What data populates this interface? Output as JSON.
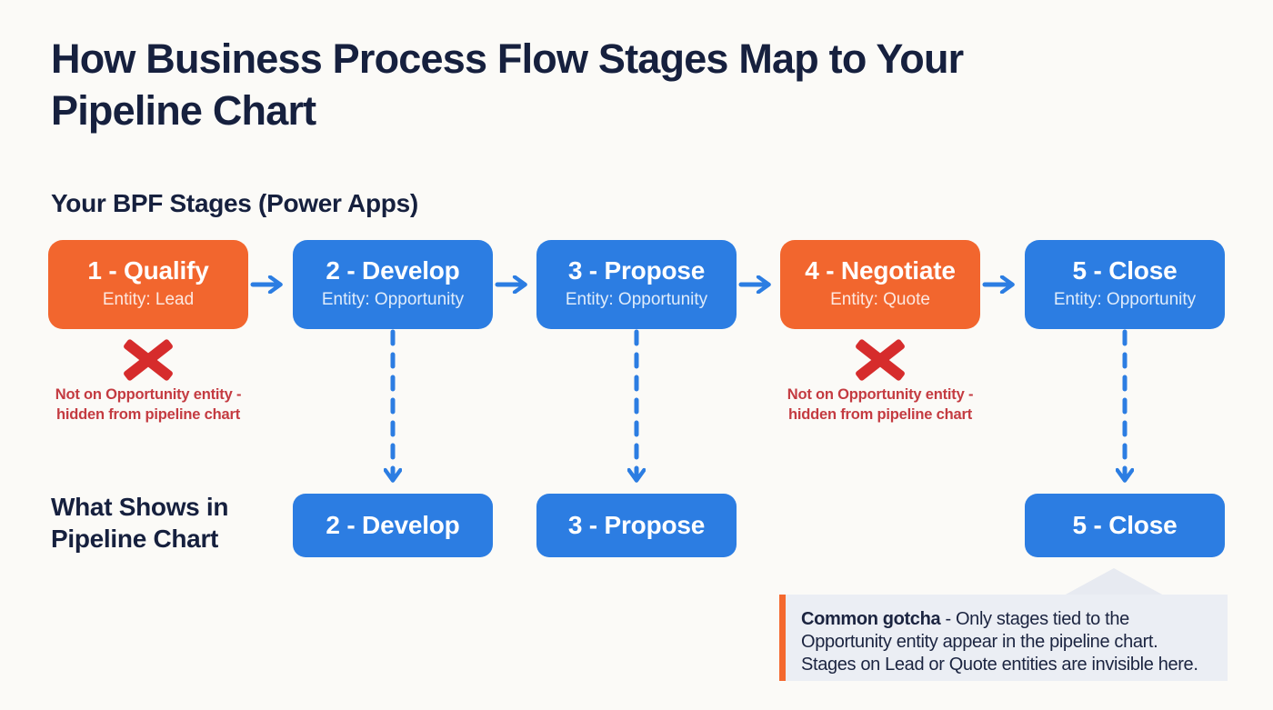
{
  "header": {
    "title_line1": "How Business Process Flow Stages Map to Your",
    "title_line2": "Pipeline Chart"
  },
  "sections": {
    "top_label": "Your BPF Stages (Power Apps)",
    "bottom_label_line1": "What Shows in",
    "bottom_label_line2": "Pipeline Chart"
  },
  "stages": [
    {
      "name": "1 - Qualify",
      "entity": "Entity: Lead",
      "color": "#f2662e",
      "in_pipeline": false
    },
    {
      "name": "2 - Develop",
      "entity": "Entity: Opportunity",
      "color": "#2c7de2",
      "in_pipeline": true
    },
    {
      "name": "3 - Propose",
      "entity": "Entity: Opportunity",
      "color": "#2c7de2",
      "in_pipeline": true
    },
    {
      "name": "4 - Negotiate",
      "entity": "Entity: Quote",
      "color": "#f2662e",
      "in_pipeline": false
    },
    {
      "name": "5 - Close",
      "entity": "Entity: Opportunity",
      "color": "#2c7de2",
      "in_pipeline": true
    }
  ],
  "hidden_note": {
    "icon": "x-mark",
    "line1": "Not on Opportunity entity -",
    "line2": "hidden from pipeline chart"
  },
  "pipeline": {
    "box1": "2 - Develop",
    "box2": "3 - Propose",
    "box3": "5 - Close"
  },
  "callout": {
    "bold": "Common gotcha",
    "line1_rest": " - Only stages tied to the",
    "line2": "Opportunity entity appear in the pipeline chart.",
    "line3": "Stages on Lead or Quote entities are invisible here."
  },
  "colors": {
    "background": "#fbfaf7",
    "navy_text": "#16203e",
    "stage_orange": "#f2662e",
    "stage_blue": "#2c7de2",
    "arrow_blue": "#2c7de2",
    "x_red": "#d62c2c",
    "caption_red": "#c43b41",
    "callout_bg": "#ebeef4",
    "callout_bar": "#f4682e"
  }
}
